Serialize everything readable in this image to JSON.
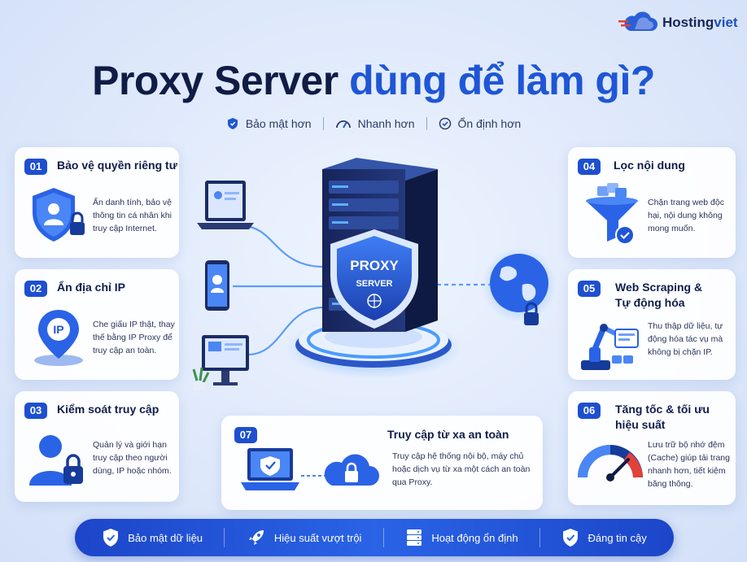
{
  "brand": {
    "name_part1": "Hosting",
    "name_part2": "viet"
  },
  "title": {
    "part1": "Proxy Server",
    "part2": "dùng để làm gì?"
  },
  "taglines": [
    {
      "icon": "shield-icon",
      "label": "Bảo mật hơn"
    },
    {
      "icon": "speedometer-icon",
      "label": "Nhanh hơn"
    },
    {
      "icon": "check-circle-icon",
      "label": "Ổn định hơn"
    }
  ],
  "center": {
    "shield_line1": "PROXY",
    "shield_line2": "SERVER"
  },
  "cards": [
    {
      "num": "01",
      "title": "Bảo vệ quyền riêng tư",
      "desc": [
        "Ẩn danh tính, bảo vệ",
        "thông tin cá nhân khi",
        "truy cập Internet."
      ],
      "icon": "user-shield-icon"
    },
    {
      "num": "02",
      "title": "Ẩn địa chỉ IP",
      "desc": [
        "Che giấu IP thật, thay",
        "thế bằng IP Proxy để",
        "truy cập an toàn."
      ],
      "icon": "ip-pin-icon"
    },
    {
      "num": "03",
      "title": "Kiểm soát truy cập",
      "desc": [
        "Quản lý và giới hạn",
        "truy cập theo người",
        "dùng, IP hoặc nhóm."
      ],
      "icon": "user-lock-icon"
    },
    {
      "num": "04",
      "title": "Lọc nội dung",
      "desc": [
        "Chặn trang web độc",
        "hại, nội dung không",
        "mong muốn."
      ],
      "icon": "funnel-icon"
    },
    {
      "num": "05",
      "title_line1": "Web Scraping &",
      "title_line2": "Tự động hóa",
      "desc": [
        "Thu thập dữ liệu, tự",
        "động hóa tác vụ mà",
        "không bị chặn IP."
      ],
      "icon": "robot-arm-icon"
    },
    {
      "num": "06",
      "title_line1": "Tăng tốc & tối ưu",
      "title_line2": "hiệu suất",
      "desc": [
        "Lưu trữ bộ nhớ đệm",
        "(Cache) giúp tải trang",
        "nhanh hơn, tiết kiệm",
        "băng thông."
      ],
      "icon": "gauge-icon"
    },
    {
      "num": "07",
      "title": "Truy cập từ xa an toàn",
      "desc": [
        "Truy cập hệ thống nội bộ, máy chủ",
        "hoặc dịch vụ từ xa một cách an toàn",
        "qua Proxy."
      ],
      "icon": "laptop-cloud-icon"
    }
  ],
  "bottom_bar": [
    {
      "icon": "shield-check-icon",
      "label": "Bảo mật dữ liệu"
    },
    {
      "icon": "rocket-icon",
      "label": "Hiệu suất vượt trội"
    },
    {
      "icon": "server-icon",
      "label": "Hoạt động ổn định"
    },
    {
      "icon": "shield-check-icon",
      "label": "Đáng tin cậy"
    }
  ],
  "colors": {
    "primary": "#1f56d6",
    "dark": "#101c45",
    "accent": "#2a63e6"
  }
}
